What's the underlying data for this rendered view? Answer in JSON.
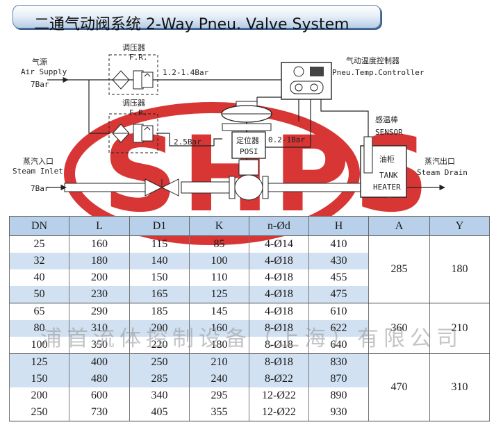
{
  "title": "二通气动阀系统 2-Way Pneu. Valve System",
  "labels": {
    "air_supply_cn": "气源",
    "air_supply_en": "Air Supply",
    "air_supply_pressure": "7Bar",
    "fr_top_cn": "调压器",
    "fr_top_en": "F.R.",
    "fr_bottom_cn": "调压器",
    "fr_bottom_en": "F.R.",
    "pressure_top": "1.2-1.4Bar",
    "pressure_low": "2.5Bar",
    "pressure_signal": "0.2-1Bar",
    "controller_cn": "气动温度控制器",
    "controller_en": "Pneu.Temp.Controller",
    "positioner_cn": "定位器",
    "positioner_en": "POSI",
    "sensor_cn": "感温棒",
    "sensor_en": "SENSOR",
    "tank_cn": "油柜",
    "tank_en1": "TANK",
    "tank_en2": "HEATER",
    "steam_inlet_cn": "蒸汽入口",
    "steam_inlet_en": "Steam Inlet",
    "steam_inlet_pressure": "7Bar",
    "steam_outlet_cn": "蒸汽出口",
    "steam_outlet_en": "Steam Drain"
  },
  "watermark": {
    "logo": "SHPS",
    "company": "浦首流体控制设备（上海）有限公司"
  },
  "colors": {
    "header_blue": "#b8d0ea",
    "row_blue": "#d1e1f2",
    "watermark_red": "#d42020"
  },
  "table": {
    "headers": [
      "DN",
      "L",
      "D1",
      "K",
      "n-Ød",
      "H",
      "A",
      "Y"
    ],
    "rows": [
      [
        "25",
        "160",
        "115",
        "85",
        "4-Ø14",
        "410"
      ],
      [
        "32",
        "180",
        "140",
        "100",
        "4-Ø18",
        "430"
      ],
      [
        "40",
        "200",
        "150",
        "110",
        "4-Ø18",
        "455"
      ],
      [
        "50",
        "230",
        "165",
        "125",
        "4-Ø18",
        "475"
      ],
      [
        "65",
        "290",
        "185",
        "145",
        "4-Ø18",
        "610"
      ],
      [
        "80",
        "310",
        "200",
        "160",
        "8-Ø18",
        "622"
      ],
      [
        "100",
        "350",
        "220",
        "180",
        "8-Ø18",
        "640"
      ],
      [
        "125",
        "400",
        "250",
        "210",
        "8-Ø18",
        "830"
      ],
      [
        "150",
        "480",
        "285",
        "240",
        "8-Ø22",
        "870"
      ],
      [
        "200",
        "600",
        "340",
        "295",
        "12-Ø22",
        "890"
      ],
      [
        "250",
        "730",
        "405",
        "355",
        "12-Ø22",
        "930"
      ]
    ],
    "groups": [
      {
        "A": "285",
        "Y": "180"
      },
      {
        "A": "360",
        "Y": "210"
      },
      {
        "A": "470",
        "Y": "310"
      }
    ]
  }
}
